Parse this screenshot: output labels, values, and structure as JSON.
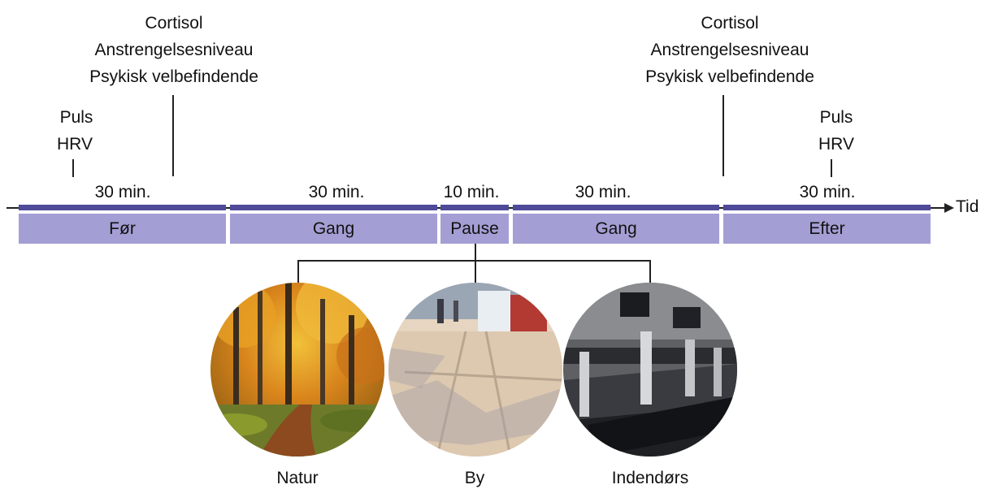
{
  "measurements": {
    "left_top": [
      "Cortisol",
      "Anstrengelsesniveau",
      "Psykisk velbefindende"
    ],
    "left_bottom": [
      "Puls",
      "HRV"
    ],
    "right_top": [
      "Cortisol",
      "Anstrengelsesniveau",
      "Psykisk velbefindende"
    ],
    "right_bottom": [
      "Puls",
      "HRV"
    ]
  },
  "durations": [
    "30 min.",
    "30 min.",
    "10 min.",
    "30 min.",
    "30 min."
  ],
  "phases": [
    "Før",
    "Gang",
    "Pause",
    "Gang",
    "Efter"
  ],
  "axis_label": "Tid",
  "conditions": [
    "Natur",
    "By",
    "Indendørs"
  ],
  "colors": {
    "timeline_dark": "#4f4a9a",
    "phase_box": "#a39fd4"
  }
}
